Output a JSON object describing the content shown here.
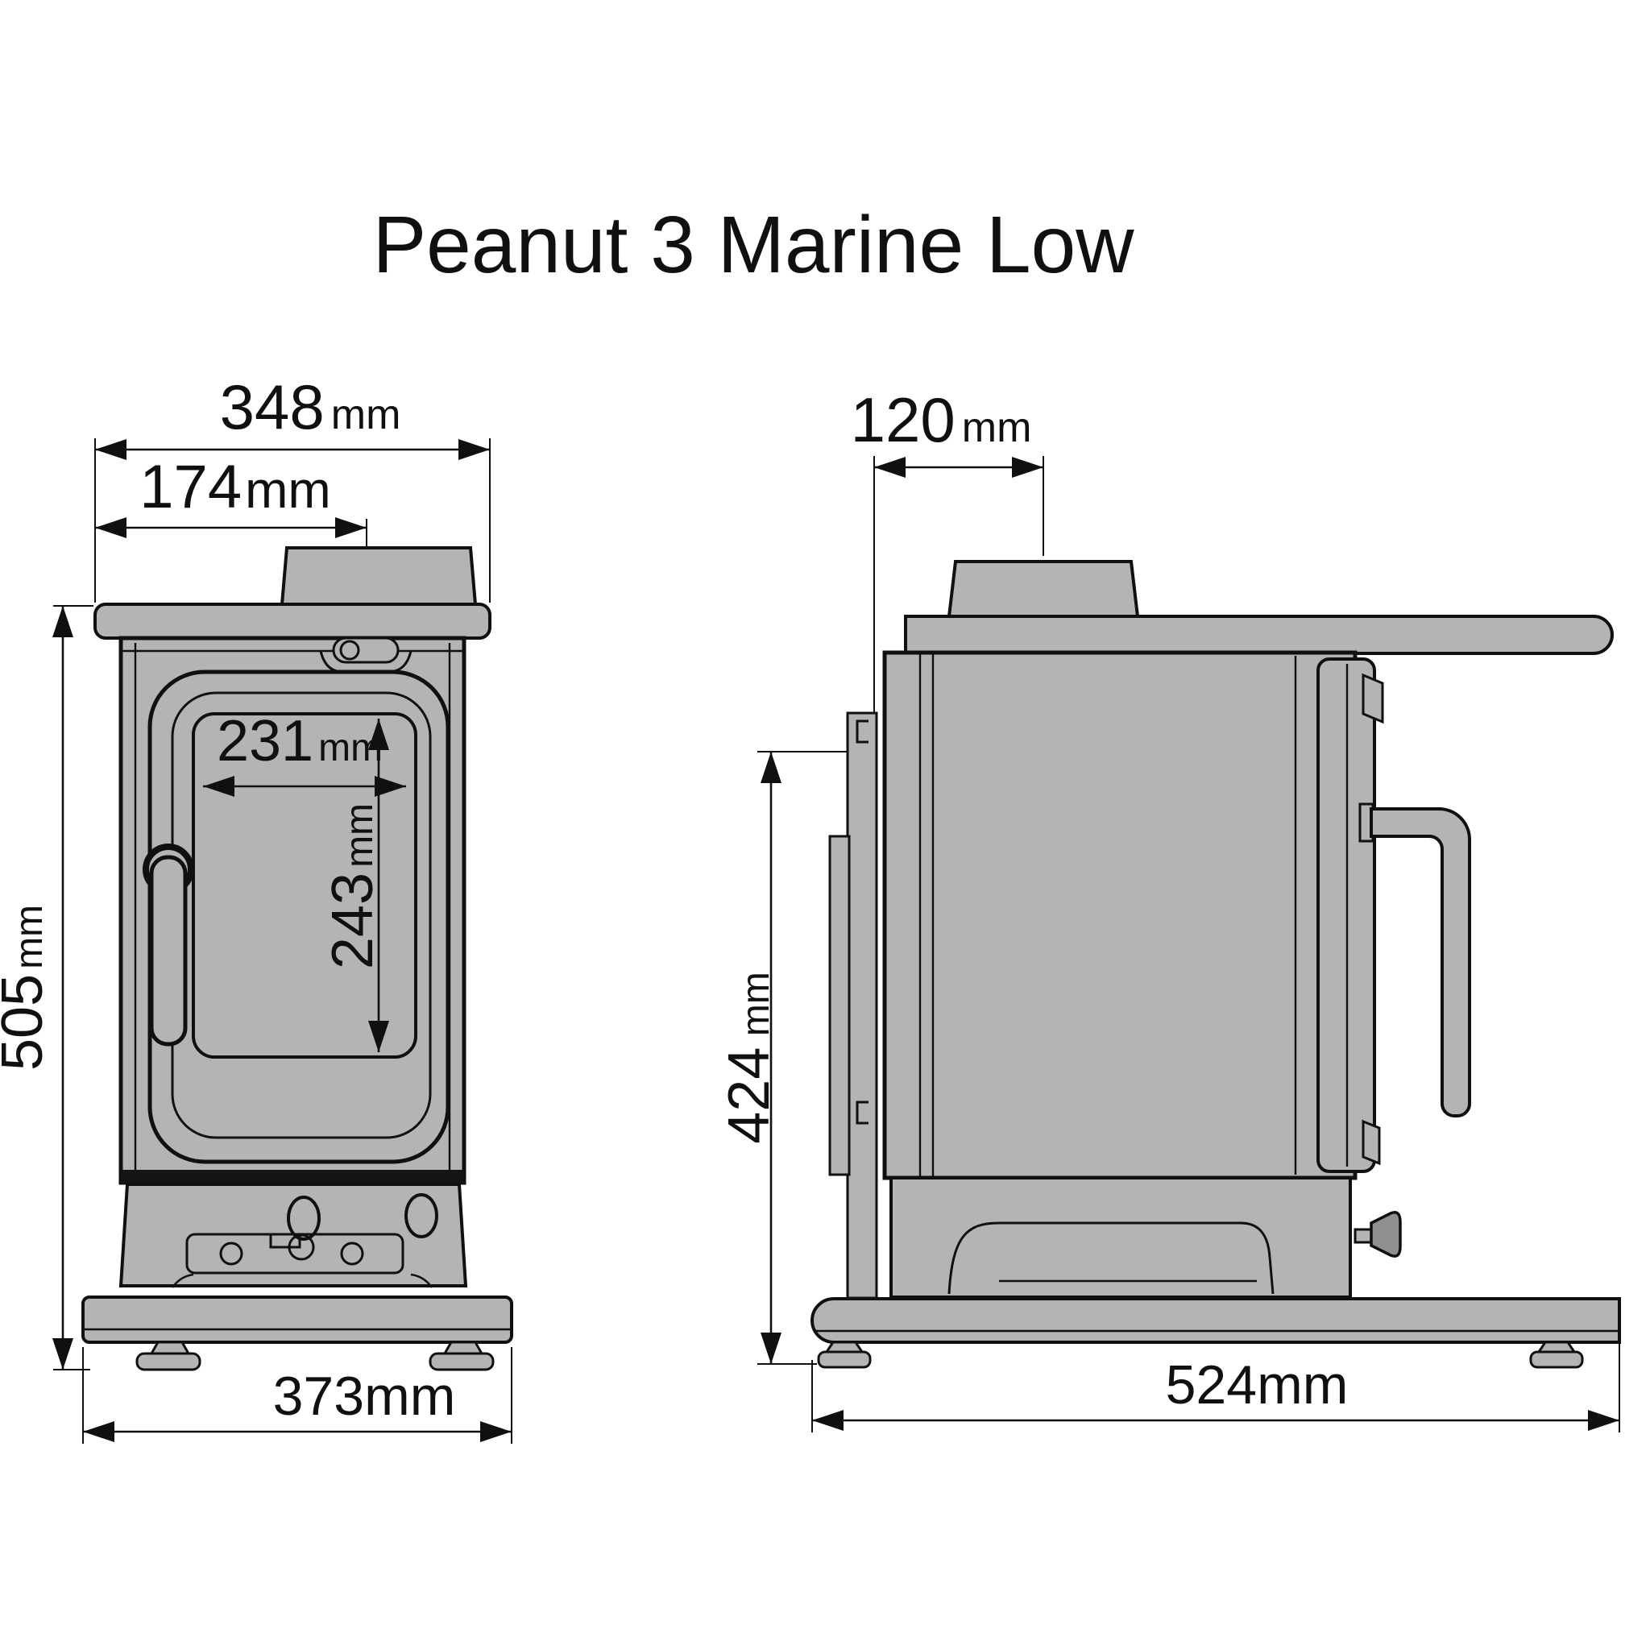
{
  "title": "Peanut 3 Marine Low",
  "front_view": {
    "name": "front-elevation",
    "dims": {
      "top_width": {
        "value": "348",
        "unit": "mm"
      },
      "flue_offset": {
        "value": "174",
        "unit": "mm"
      },
      "overall_height": {
        "value": "505",
        "unit": "mm"
      },
      "glass_width": {
        "value": "231",
        "unit": "mm"
      },
      "glass_height": {
        "value": "243",
        "unit": "mm"
      },
      "base_width": {
        "value": "373",
        "unit": "mm"
      }
    }
  },
  "side_view": {
    "name": "side-elevation",
    "dims": {
      "flue_from_back": {
        "value": "120",
        "unit": "mm"
      },
      "rear_outlet_height": {
        "value": "424",
        "unit": " mm"
      },
      "base_depth": {
        "value": "524",
        "unit": "mm"
      }
    }
  },
  "colors": {
    "body_gray": "#b4b4b4",
    "line": "#101010",
    "background": "#ffffff"
  }
}
